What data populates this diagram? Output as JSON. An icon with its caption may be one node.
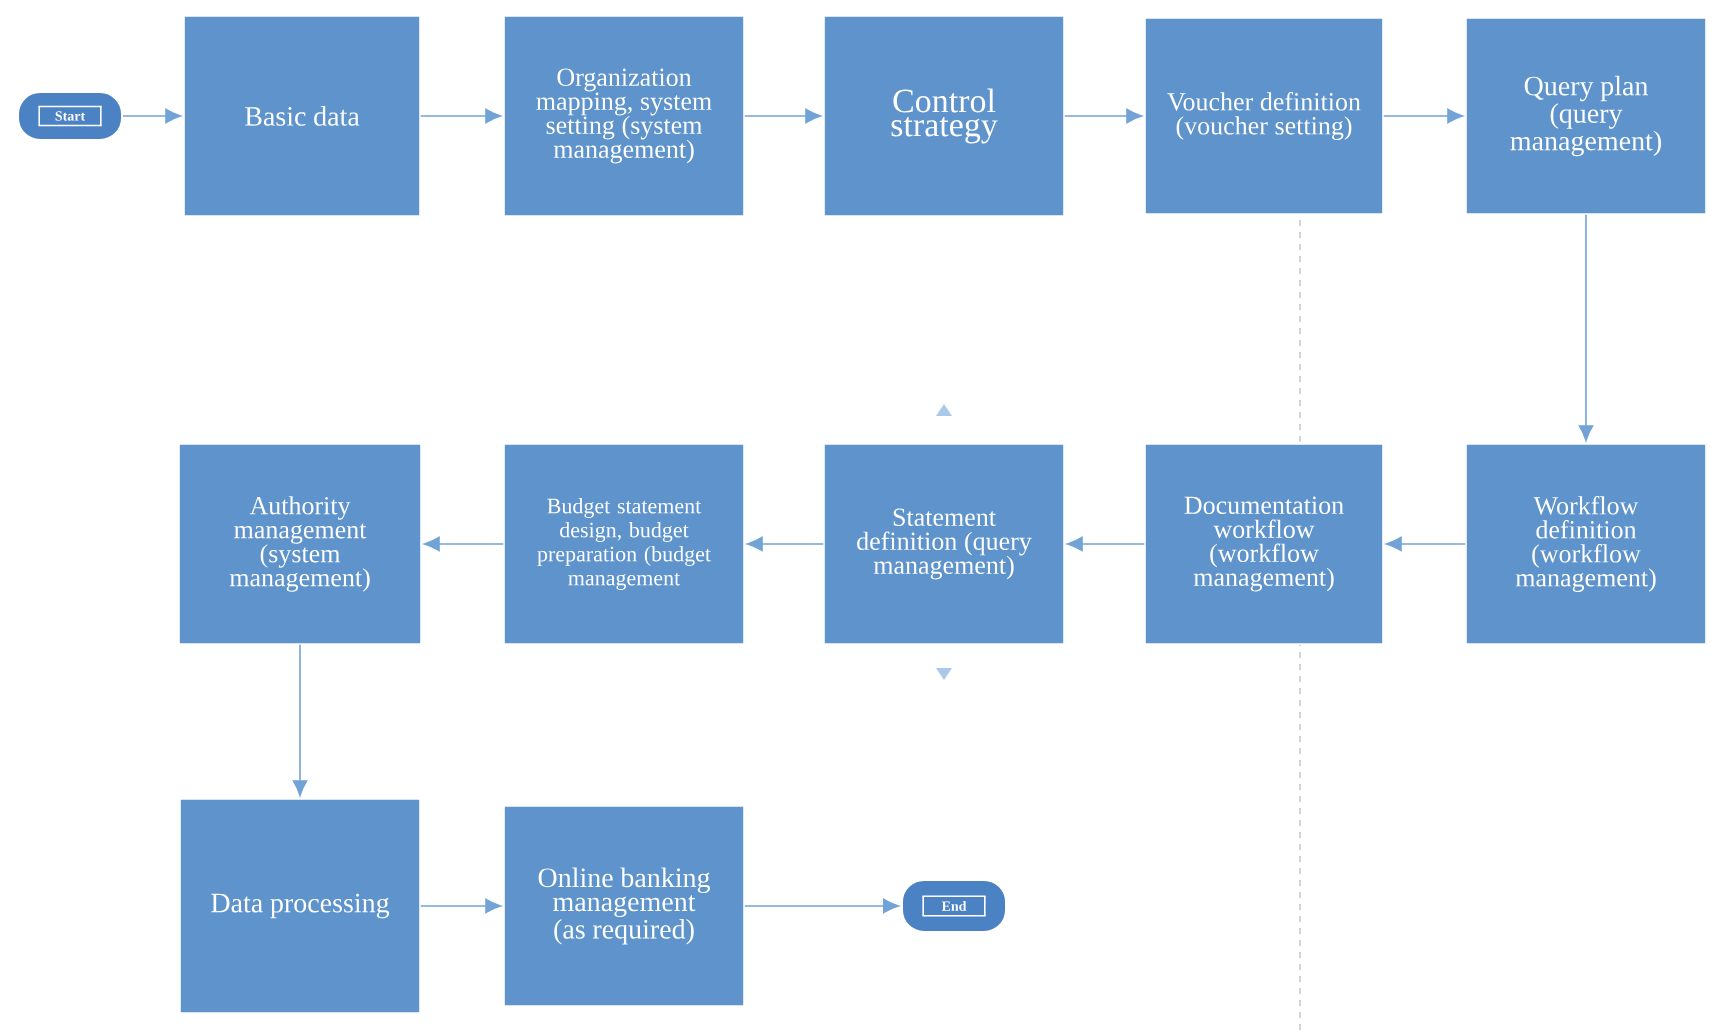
{
  "diagram": {
    "nodes": [
      {
        "text": [
          "Start"
        ]
      },
      {
        "text": [
          "Basic data"
        ]
      },
      {
        "text": [
          "Organization mapping, system setting (system management)"
        ]
      },
      {
        "text": [
          "Control strategy"
        ]
      },
      {
        "text": [
          "Voucher definition (voucher setting)"
        ]
      },
      {
        "text": [
          "Query plan (query management)"
        ]
      },
      {
        "text": [
          "Workflow definition (workflow management)"
        ]
      },
      {
        "text": [
          "Documentation workflow (workflow management)"
        ]
      },
      {
        "text": [
          "Statement definition (query management)"
        ]
      },
      {
        "text": [
          "Budget statement design, budget preparation (budget management"
        ]
      },
      {
        "text": [
          "Authority management (system management)"
        ]
      },
      {
        "text": [
          "Data processing"
        ]
      },
      {
        "text": [
          "Online banking management (as required)"
        ]
      },
      {
        "text": [
          "End"
        ]
      }
    ],
    "edges": [
      {
        "from": 0,
        "to": 1,
        "arrow": "to"
      },
      {
        "from": 1,
        "to": 2,
        "arrow": "to"
      },
      {
        "from": 2,
        "to": 3,
        "arrow": "to"
      },
      {
        "from": 3,
        "to": 4,
        "arrow": "to"
      },
      {
        "from": 4,
        "to": 5,
        "arrow": "to"
      },
      {
        "from": 5,
        "to": 6,
        "arrow": "to"
      },
      {
        "from": 6,
        "to": 7,
        "arrow": "to"
      },
      {
        "from": 7,
        "to": 8,
        "arrow": "to"
      },
      {
        "from": 8,
        "to": 9,
        "arrow": "to"
      },
      {
        "from": 9,
        "to": 10,
        "arrow": "to"
      },
      {
        "from": 10,
        "to": 11,
        "arrow": "to"
      },
      {
        "from": 11,
        "to": 12,
        "arrow": "to"
      },
      {
        "from": 12,
        "to": 13,
        "arrow": "to"
      }
    ]
  }
}
